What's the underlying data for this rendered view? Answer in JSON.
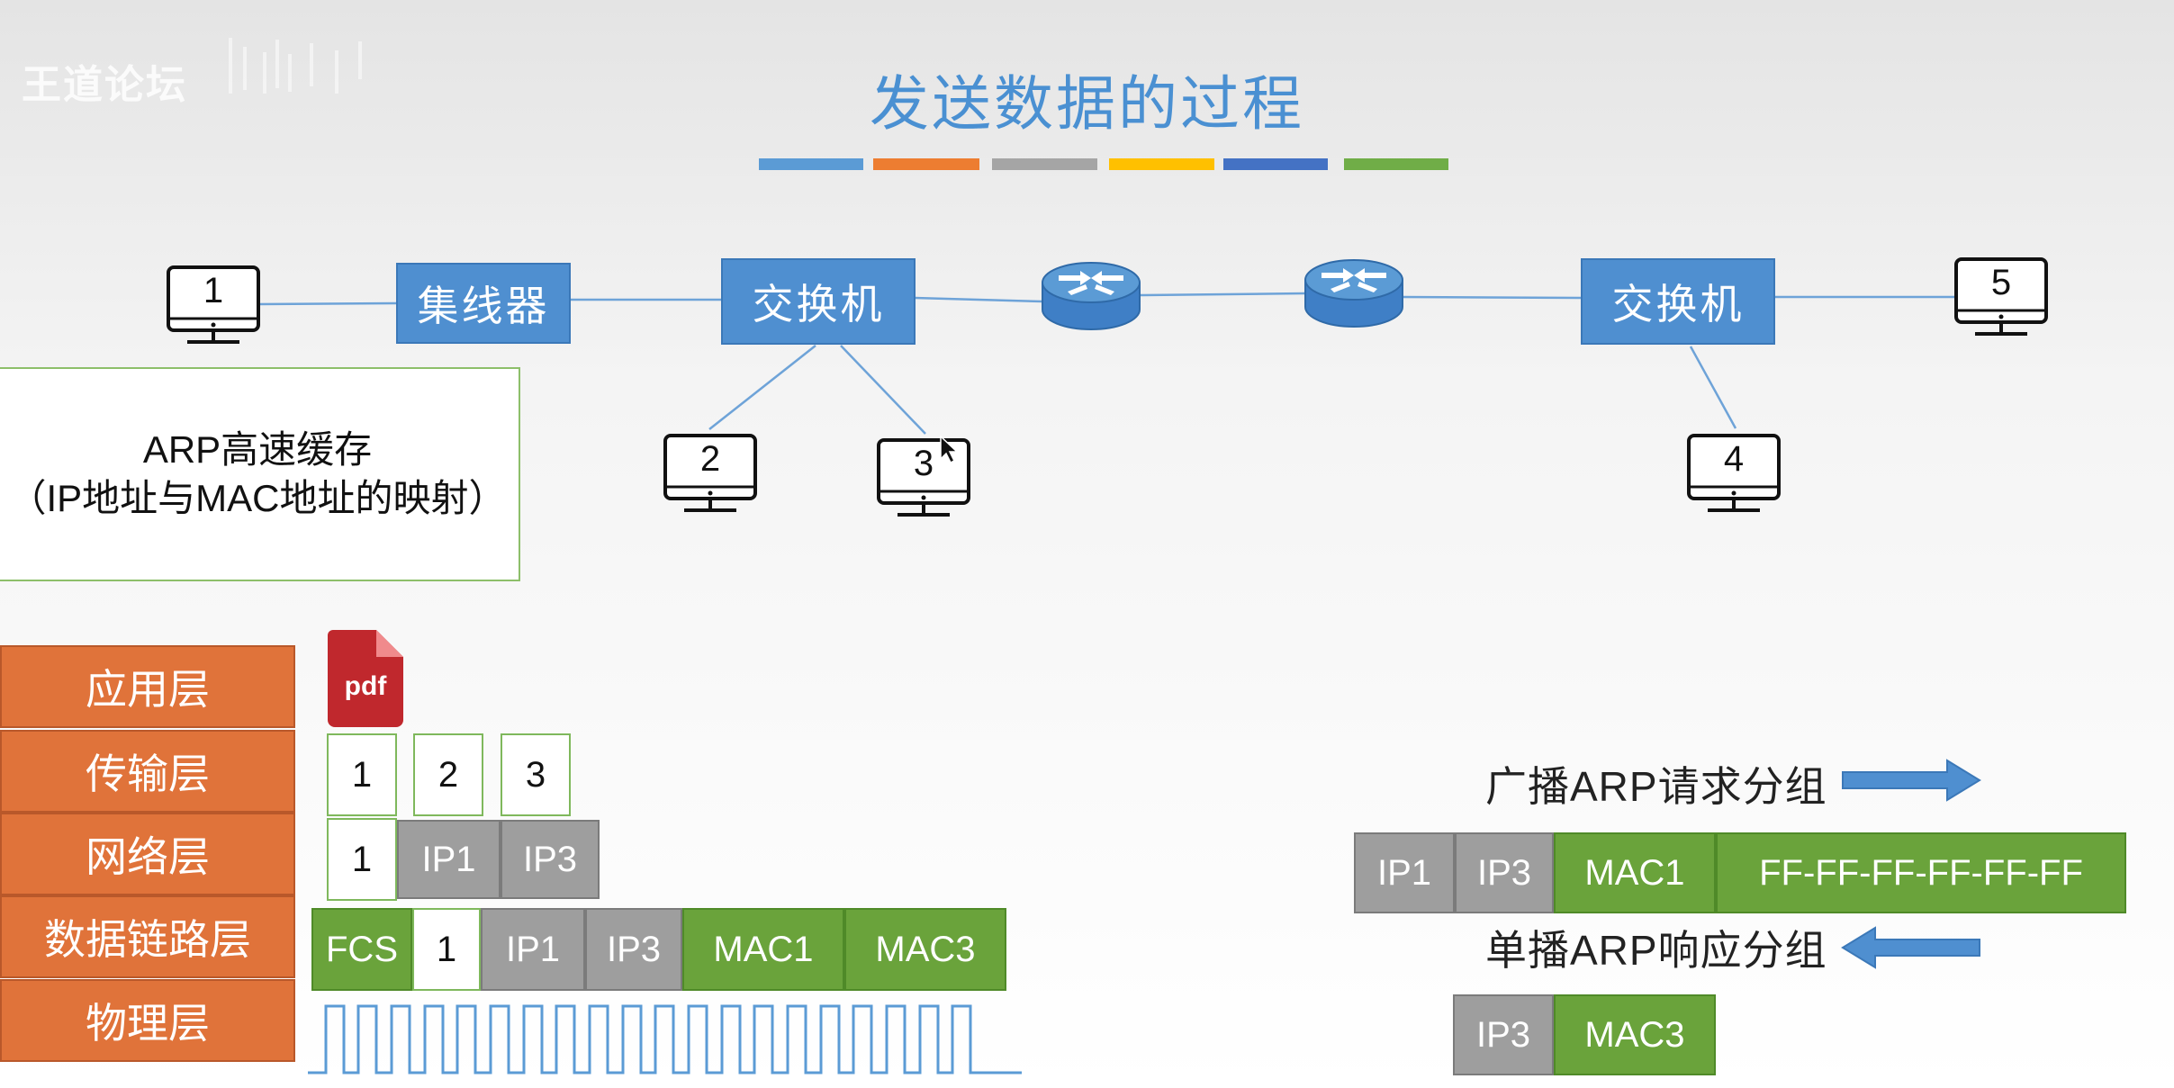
{
  "watermark": "王道论坛",
  "title": "发送数据的过程",
  "title_bar_colors": [
    "#5b9bd5",
    "#ed7d31",
    "#a5a5a5",
    "#ffc000",
    "#4472c4",
    "#70ad47"
  ],
  "topology": {
    "hub_label": "集线器",
    "switch_left_label": "交换机",
    "switch_right_label": "交换机",
    "hosts": [
      "1",
      "2",
      "3",
      "4",
      "5"
    ]
  },
  "arp_cache": {
    "line1": "ARP高速缓存",
    "line2": "（IP地址与MAC地址的映射）"
  },
  "layers": [
    "应用层",
    "传输层",
    "网络层",
    "数据链路层",
    "物理层"
  ],
  "pdf_label": "pdf",
  "transport_segments": [
    "1",
    "2",
    "3"
  ],
  "network_packet": [
    "1",
    "IP1",
    "IP3"
  ],
  "frame": [
    "FCS",
    "1",
    "IP1",
    "IP3",
    "MAC1",
    "MAC3"
  ],
  "arp_request": {
    "label": "广播ARP请求分组",
    "fields": [
      "IP1",
      "IP3",
      "MAC1",
      "FF-FF-FF-FF-FF-FF"
    ]
  },
  "arp_reply": {
    "label": "单播ARP响应分组",
    "fields": [
      "IP3",
      "MAC3"
    ]
  }
}
